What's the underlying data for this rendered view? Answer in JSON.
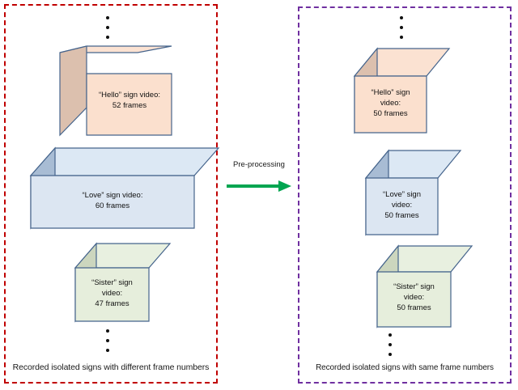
{
  "figure": {
    "type": "diagram",
    "description": "Pre-processing of recorded isolated sign videos to a uniform frame count"
  },
  "left_panel": {
    "border_color": "#c00000",
    "caption": "Recorded isolated signs with different frame numbers",
    "top_dots": "vertical-ellipsis",
    "bottom_dots": "vertical-ellipsis",
    "boxes": [
      {
        "id": "hello-left",
        "lines": [
          "“Hello” sign video:",
          "52 frames"
        ],
        "sign": "Hello",
        "frames": 52,
        "front_color": "#fbe0ce",
        "side_color": "#dcc0ae",
        "top_color": "#fbe2d2",
        "stroke_color": "#45648c"
      },
      {
        "id": "love-left",
        "lines": [
          "“Love” sign video:",
          "60 frames"
        ],
        "sign": "Love",
        "frames": 60,
        "front_color": "#dce6f2",
        "side_color": "#a8bcd4",
        "top_color": "#dce8f4",
        "stroke_color": "#45648c"
      },
      {
        "id": "sister-left",
        "lines": [
          "“Sister” sign",
          "video:",
          "47 frames"
        ],
        "sign": "Sister",
        "frames": 47,
        "front_color": "#e6eedc",
        "side_color": "#ccd6be",
        "top_color": "#e8f0e0",
        "stroke_color": "#45648c"
      }
    ]
  },
  "right_panel": {
    "border_color": "#7030a0",
    "caption": "Recorded isolated signs with same frame numbers",
    "top_dots": "vertical-ellipsis",
    "bottom_dots": "vertical-ellipsis",
    "boxes": [
      {
        "id": "hello-right",
        "lines": [
          "“Hello” sign",
          "video:",
          "50 frames"
        ],
        "sign": "Hello",
        "frames": 50,
        "front_color": "#fbe0ce",
        "side_color": "#dcc0ae",
        "top_color": "#fbe2d2",
        "stroke_color": "#45648c"
      },
      {
        "id": "love-right",
        "lines": [
          "“Love” sign",
          "video:",
          "50 frames"
        ],
        "sign": "Love",
        "frames": 50,
        "front_color": "#dce6f2",
        "side_color": "#a8bcd4",
        "top_color": "#dce8f4",
        "stroke_color": "#45648c"
      },
      {
        "id": "sister-right",
        "lines": [
          "“Sister” sign",
          "video:",
          "50 frames"
        ],
        "sign": "Sister",
        "frames": 50,
        "front_color": "#e6eedc",
        "side_color": "#ccd6be",
        "top_color": "#e8f0e0",
        "stroke_color": "#45648c"
      }
    ]
  },
  "transition": {
    "label": "Pre-processing",
    "arrow_direction": "right",
    "arrow_color": "#00a550"
  }
}
